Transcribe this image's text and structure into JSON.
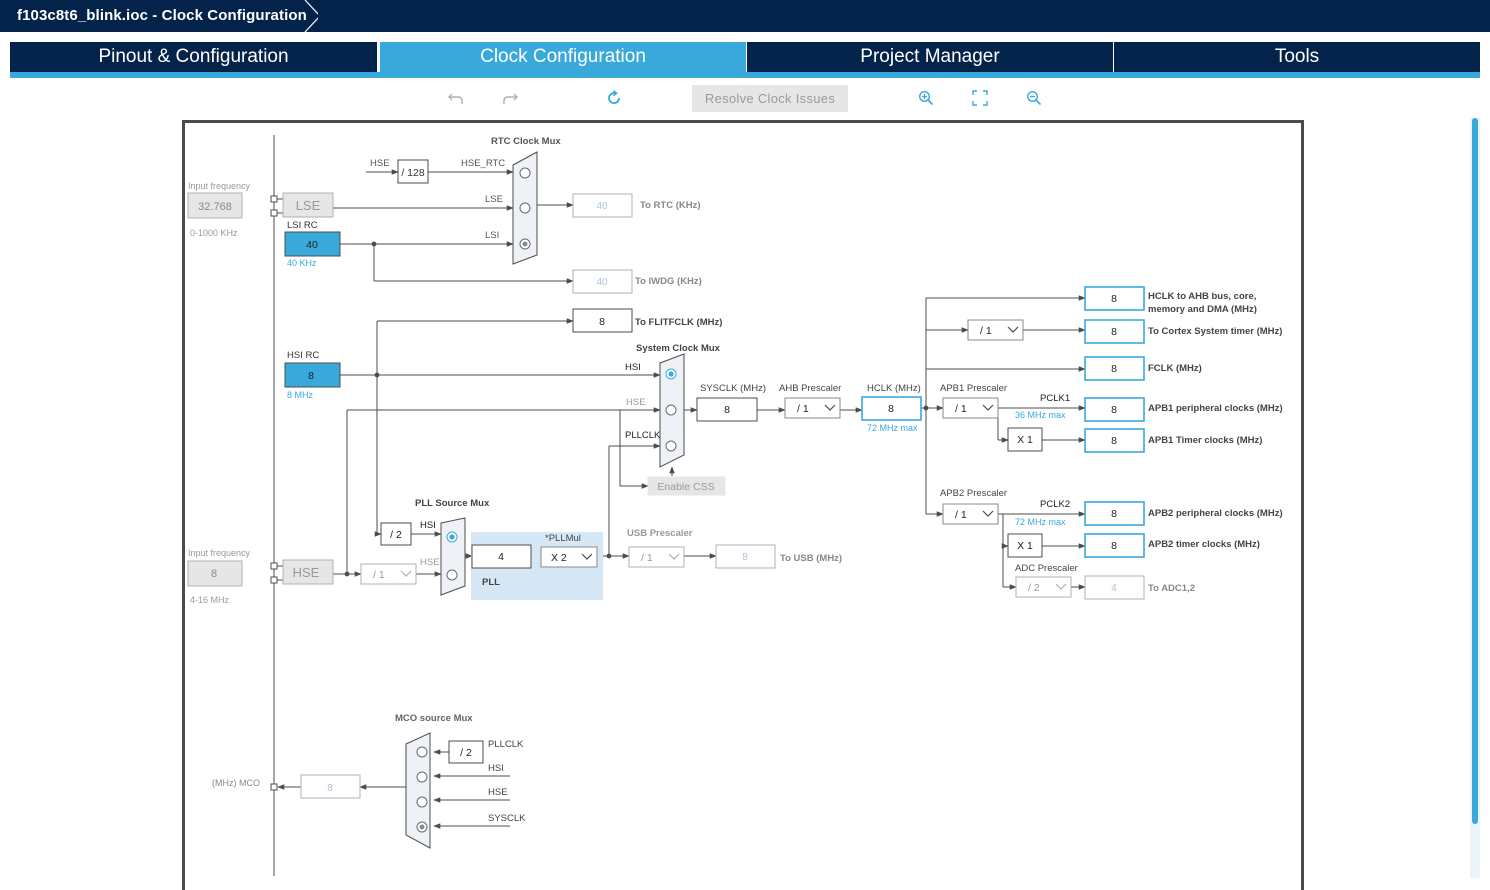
{
  "title": "f103c8t6_blink.ioc - Clock Configuration",
  "tabs": [
    "Pinout & Configuration",
    "Clock Configuration",
    "Project Manager",
    "Tools"
  ],
  "toolbar": {
    "resolve_label": "Resolve Clock Issues"
  },
  "diagram": {
    "rtc_mux_title": "RTC Clock Mux",
    "hse_label": "HSE",
    "div128": "/ 128",
    "hse_rtc": "HSE_RTC",
    "lse_small": "LSE",
    "lsi_small": "LSI",
    "input_freq1": "Input frequency",
    "lse_input": "32.768",
    "lse_range": "0-1000 KHz",
    "lse_box": "LSE",
    "lsi_rc": "LSI RC",
    "lsi_value": "40",
    "lsi_khz": "40 KHz",
    "rtc_value": "40",
    "rtc_label": "To RTC (KHz)",
    "iwdg_value": "40",
    "iwdg_label": "To IWDG (KHz)",
    "flit_value": "8",
    "flit_label": "To FLITFCLK (MHz)",
    "sysmux_title": "System Clock Mux",
    "hsi_rc": "HSI RC",
    "hsi_value": "8",
    "hsi_mhz": "8 MHz",
    "hsi_small": "HSI",
    "hse_small": "HSE",
    "pllclk_small": "PLLCLK",
    "sysclk_title": "SYSCLK (MHz)",
    "sysclk_value": "8",
    "ahb_title": "AHB Prescaler",
    "ahb_value": "/ 1",
    "hclk_title": "HCLK (MHz)",
    "hclk_value": "8",
    "hclk_max": "72 MHz max",
    "enable_css": "Enable CSS",
    "pll_src_title": "PLL Source Mux",
    "div2": "/ 2",
    "pll_hsi": "HSI",
    "pll_hse": "HSE",
    "pll_value": "4",
    "pllmul_title": "*PLLMul",
    "pllmul_value": "X 2",
    "pll_label": "PLL",
    "usb_title": "USB Prescaler",
    "usb_div": "/ 1",
    "usb_value": "8",
    "usb_label": "To USB (MHz)",
    "input_freq2": "Input frequency",
    "hse_input": "8",
    "hse_range": "4-16 MHz",
    "hse_box": "HSE",
    "hse_div": "/ 1",
    "hclk_out_value": "8",
    "hclk_out_label1": "HCLK to AHB bus, core,",
    "hclk_out_label2": "memory and DMA (MHz)",
    "cortex_div": "/ 1",
    "cortex_value": "8",
    "cortex_label": "To Cortex System timer (MHz)",
    "fclk_value": "8",
    "fclk_label": "FCLK (MHz)",
    "apb1_title": "APB1 Prescaler",
    "apb1_div": "/ 1",
    "pclk1": "PCLK1",
    "pclk1_max": "36 MHz max",
    "apb1_periph_value": "8",
    "apb1_periph_label": "APB1 peripheral clocks (MHz)",
    "apb1_x1": "X 1",
    "apb1_timer_value": "8",
    "apb1_timer_label": "APB1 Timer clocks (MHz)",
    "apb2_title": "APB2 Prescaler",
    "apb2_div": "/ 1",
    "pclk2": "PCLK2",
    "pclk2_max": "72 MHz max",
    "apb2_periph_value": "8",
    "apb2_periph_label": "APB2 peripheral clocks (MHz)",
    "apb2_x1": "X 1",
    "apb2_timer_value": "8",
    "apb2_timer_label": "APB2 timer clocks (MHz)",
    "adc_title": "ADC Prescaler",
    "adc_div": "/ 2",
    "adc_value": "4",
    "adc_label": "To ADC1,2",
    "mco_title": "MCO source Mux",
    "mco_div2": "/ 2",
    "mco_pllclk": "PLLCLK",
    "mco_hsi": "HSI",
    "mco_hse": "HSE",
    "mco_sysclk": "SYSCLK",
    "mco_label": "(MHz) MCO",
    "mco_value": "8"
  },
  "colors": {
    "navy": "#03234b",
    "accent": "#39a9dc",
    "line": "#4d4d4d",
    "disabled": "#9aa0a6"
  }
}
